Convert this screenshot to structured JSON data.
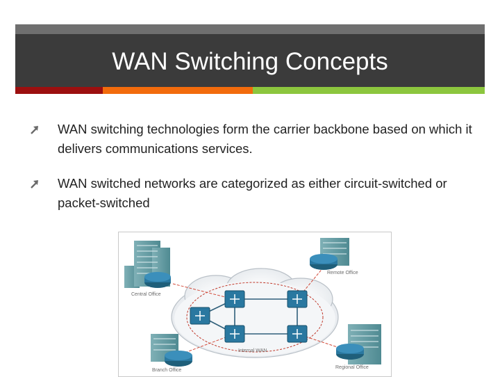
{
  "slide": {
    "title": "WAN Switching Concepts",
    "accent_colors": [
      "#9c0f0f",
      "#f26b0c",
      "#8cc63e"
    ]
  },
  "bullets": [
    {
      "icon": "arrow-bullet-icon",
      "text": "WAN switching technologies form the carrier backbone based on which it delivers communications services."
    },
    {
      "icon": "arrow-bullet-icon",
      "text": " WAN switched networks are categorized as either circuit-switched or packet-switched"
    }
  ],
  "diagram": {
    "labels": {
      "central_office": "Central Office",
      "remote_office": "Remote Office",
      "branch_office": "Branch Office",
      "regional_office": "Regional Office",
      "internal_wan": "Internal WAN"
    }
  }
}
